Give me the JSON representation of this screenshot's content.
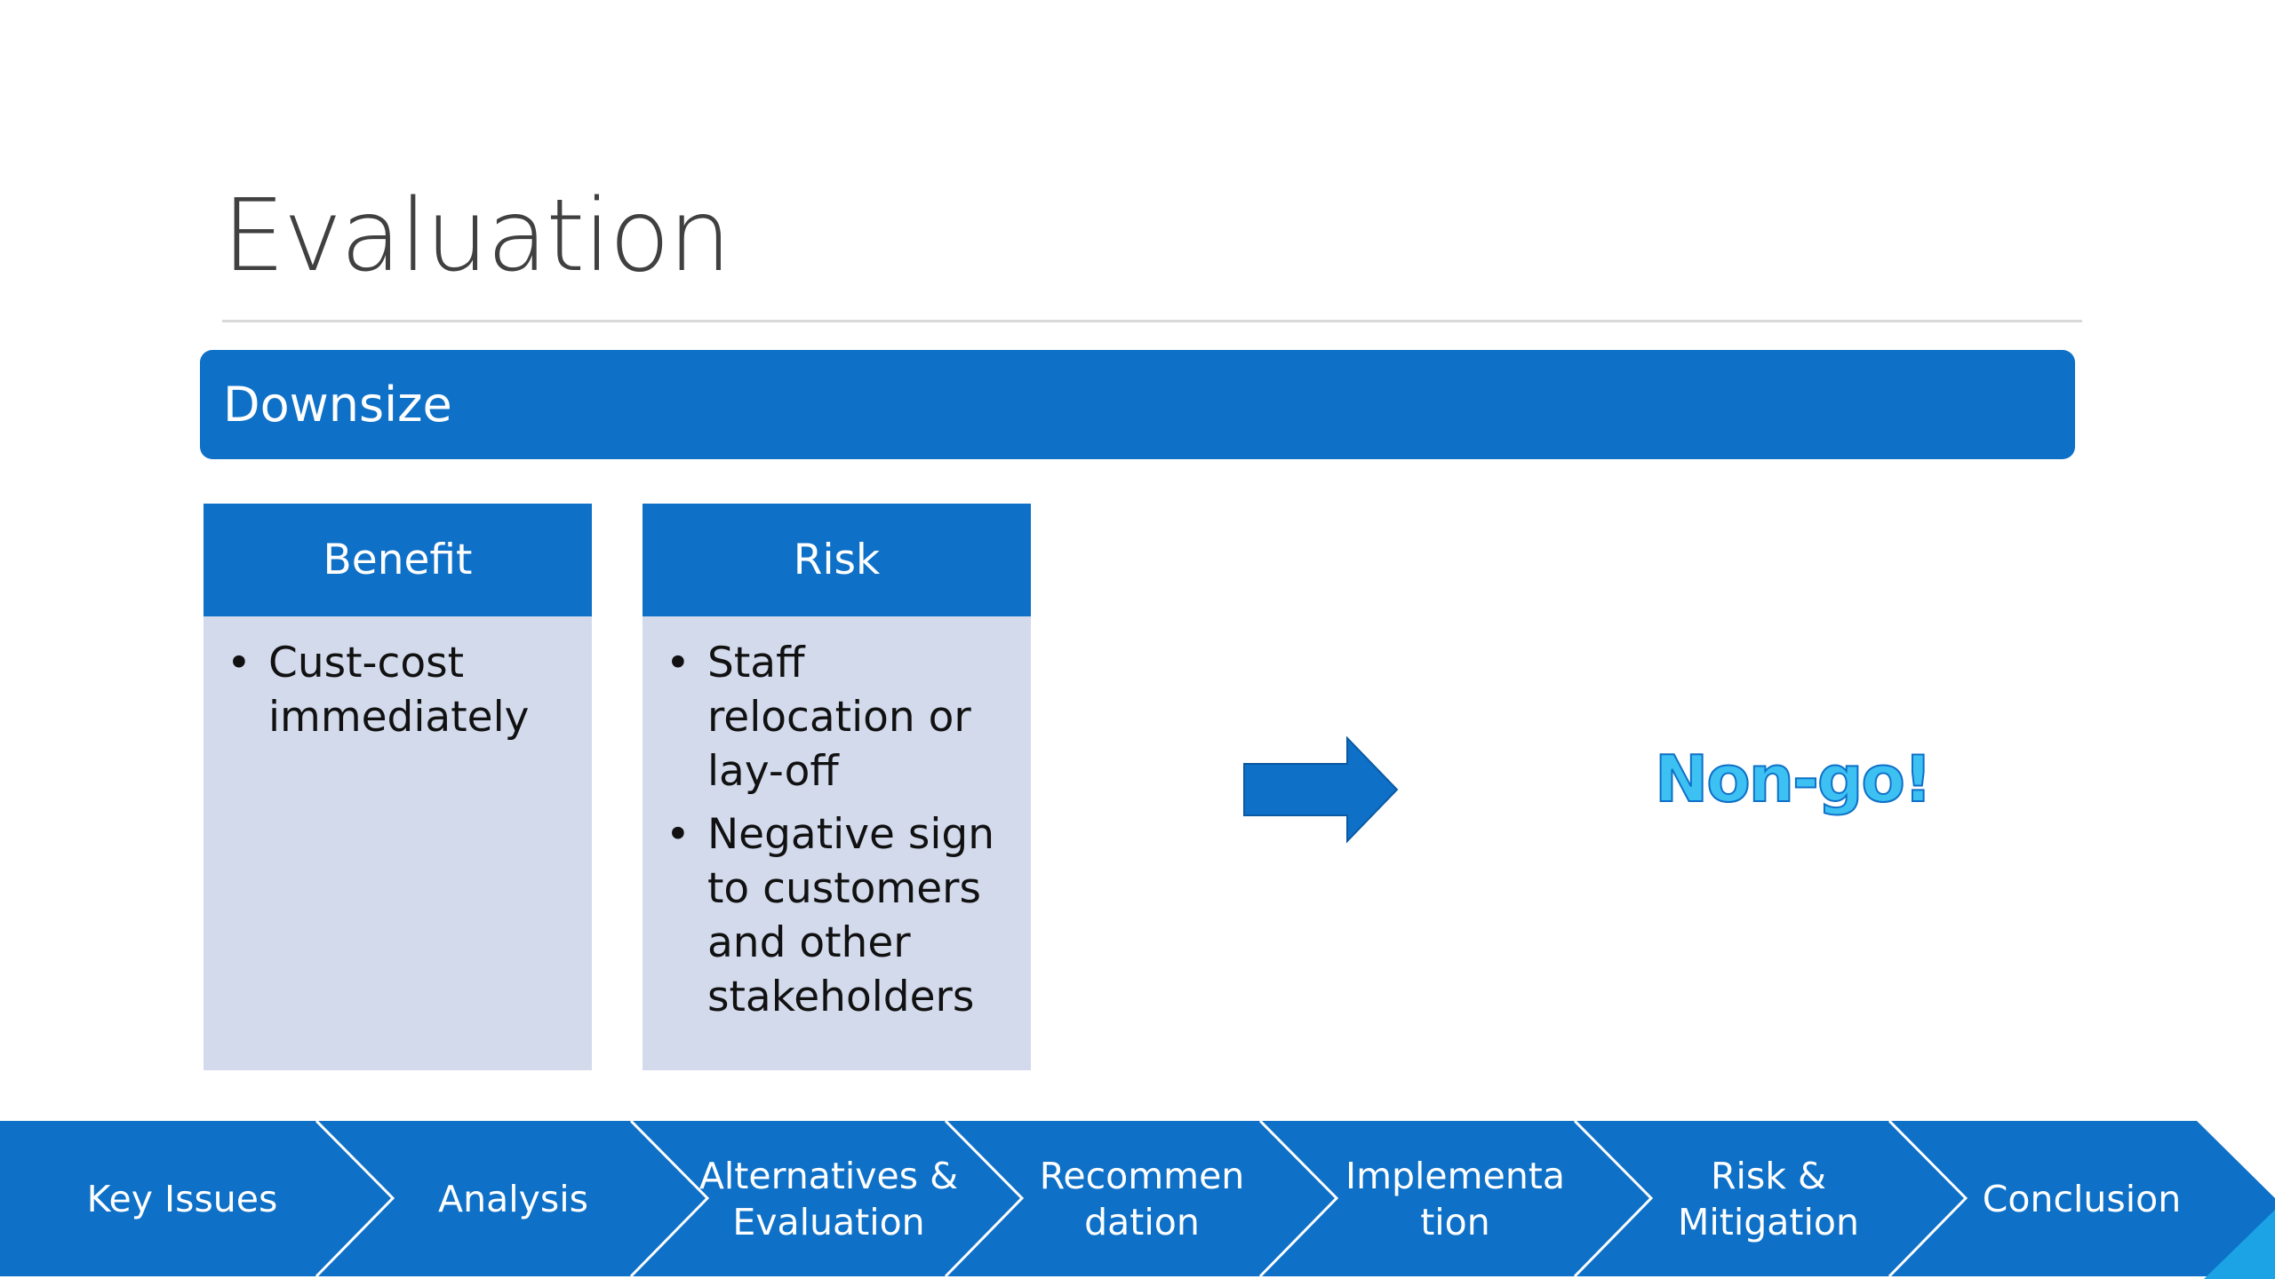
{
  "slide": {
    "title": "Evaluation",
    "banner": "Downsize"
  },
  "benefit": {
    "header": "Benefit",
    "items": [
      "Cust-cost immediately"
    ]
  },
  "risk": {
    "header": "Risk",
    "items": [
      "Staff relocation or lay-off",
      "Negative sign to customers and other stakeholders"
    ]
  },
  "verdict": "Non-go!",
  "nav": {
    "steps": [
      {
        "label": "Key Issues"
      },
      {
        "label": "Analysis"
      },
      {
        "label": "Alternatives & Evaluation"
      },
      {
        "label": "Recommen dation"
      },
      {
        "label": "Implementa tion"
      },
      {
        "label": "Risk & Mitigation"
      },
      {
        "label": "Conclusion"
      }
    ]
  },
  "colors": {
    "accent": "#0e70c7",
    "card_body": "#d2daec",
    "verdict": "#3dc1f3",
    "rule": "#d9d9d9"
  },
  "icons": {
    "arrow": "arrow-right-icon",
    "bullet": "bullet-icon"
  }
}
